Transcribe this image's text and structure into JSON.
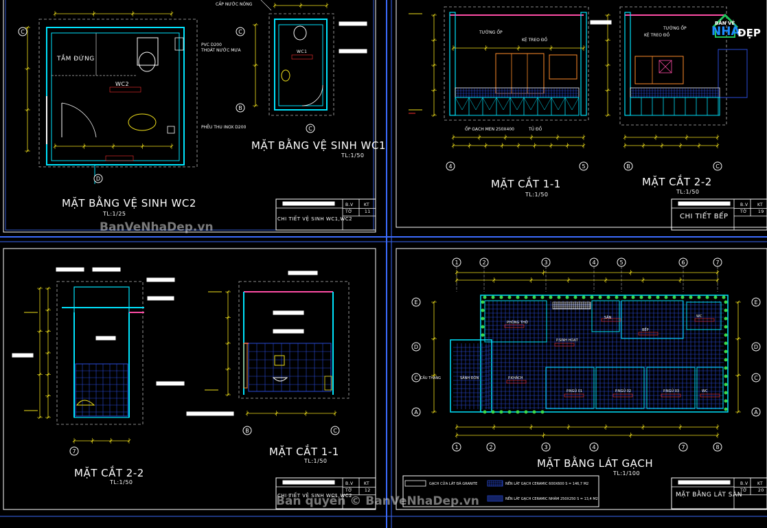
{
  "colors": {
    "background": "#000000",
    "frame": "#3c6cff",
    "wall": "#00e5ff",
    "dim": "#f4e31c",
    "hatch": "#2a4bd7",
    "section": "#ff4da6",
    "furniture": "#ff8c2a",
    "gridbubble": "#ffffff",
    "dash": "#b8b8b8",
    "plant": "#3bd94a",
    "red": "#ff3030"
  },
  "panels": {
    "tl": {
      "title": "MẶT BẰNG VỆ SINH WC2",
      "scale": "TL:1/25",
      "room_label": "TẮM ĐỨNG",
      "wc_label": "WC2",
      "notes": [
        "CẤP NƯỚC NÓNG",
        "PVC D200",
        "THOÁT NƯỚC MƯA",
        "PHỄU THU INOX D200"
      ],
      "title_block": {
        "name": "CHI TIẾT VỆ SINH WC1,WC2",
        "bv": "B.V",
        "kt": "KT",
        "to": "TỜ",
        "num": "11"
      }
    },
    "tl2": {
      "title": "MẶT BẰNG VỆ SINH WC1",
      "scale": "TL:1/50",
      "wc_label": "WC1"
    },
    "tr": {
      "title1": "MẶT CẮT 1-1",
      "scale1": "TL:1/50",
      "title2": "MẶT CẮT 2-2",
      "scale2": "TL:1/50",
      "notes": [
        "TƯỜNG ỐP",
        "KỆ TREO ĐỒ",
        "ỐP GẠCH MEN 250X400",
        "TỦ ĐỒ",
        "KỆ TREO ĐỒ",
        "TƯỜNG ỐP"
      ],
      "title_block": {
        "name": "CHI TIẾT BẾP",
        "bv": "B.V",
        "kt": "KT",
        "to": "TỜ",
        "num": "19"
      }
    },
    "bl": {
      "title1": "MẶT CẮT 2-2",
      "scale1": "TL:1/50",
      "title2": "MẶT CẮT 1-1",
      "scale2": "TL:1/50",
      "title_block": {
        "name": "CHI TIẾT VỆ SINH WC1,WC2",
        "bv": "B.V",
        "kt": "KT",
        "to": "TỜ",
        "num": "12"
      }
    },
    "br": {
      "title": "MẶT BẰNG LÁT GẠCH",
      "scale": "TL:1/100",
      "rooms": [
        "PHÒNG THỜ",
        "P.SINH HOẠT",
        "BẾP",
        "SÂN",
        "P.KHÁCH",
        "P.NGỦ 01",
        "P.NGỦ 02",
        "P.NGỦ 03",
        "WC",
        "WC",
        "CẦU THANG",
        "SẢNH ĐÓN"
      ],
      "legend": [
        "GẠCH CỬA LÁT ĐÁ GRANITE",
        "NỀN LÁT GẠCH CERAMIC 600X600 S = 146,7 M2",
        "NỀN LÁT GẠCH CERAMIC NHÁM 250X250 S = 13,4 M2"
      ],
      "title_block": {
        "name": "MẶT BẰNG LÁT SÀN",
        "bv": "B.V",
        "kt": "KT",
        "to": "TỜ",
        "num": "20"
      }
    }
  },
  "grid_labels": [
    "1",
    "2",
    "3",
    "4",
    "5",
    "6",
    "7",
    "8",
    "A",
    "B",
    "C",
    "D",
    "E"
  ],
  "watermarks": {
    "top": "BanVeNhaDep.vn",
    "bottom": "Bản quyền © BanVeNhaDep.vn",
    "logo_top": "BẢN VẼ",
    "logo_mid": "NHÀ",
    "logo_right": "ĐẸP"
  }
}
